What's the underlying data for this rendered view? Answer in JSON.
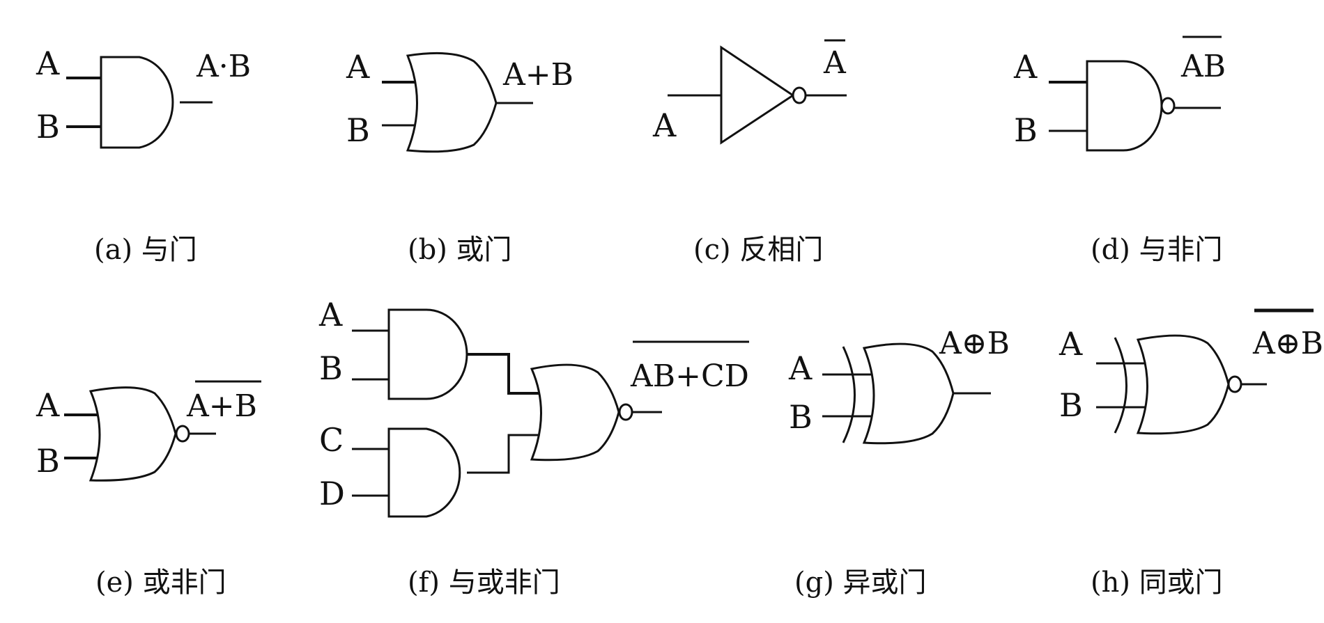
{
  "gates": [
    {
      "id": "a",
      "caption": "(a) 与门",
      "inputs": [
        "A",
        "B"
      ],
      "output": "A·B"
    },
    {
      "id": "b",
      "caption": "(b) 或门",
      "inputs": [
        "A",
        "B"
      ],
      "output": "A+B"
    },
    {
      "id": "c",
      "caption": "(c) 反相门",
      "inputs": [
        "A"
      ],
      "output": "A"
    },
    {
      "id": "d",
      "caption": "(d) 与非门",
      "inputs": [
        "A",
        "B"
      ],
      "output": "AB"
    },
    {
      "id": "e",
      "caption": "(e) 或非门",
      "inputs": [
        "A",
        "B"
      ],
      "output": "A+B"
    },
    {
      "id": "f",
      "caption": "(f) 与或非门",
      "inputs": [
        "A",
        "B",
        "C",
        "D"
      ],
      "output": "AB+CD"
    },
    {
      "id": "g",
      "caption": "(g) 异或门",
      "inputs": [
        "A",
        "B"
      ],
      "output": "A⊕B"
    },
    {
      "id": "h",
      "caption": "(h) 同或门",
      "inputs": [
        "A",
        "B"
      ],
      "output": "A⊕B"
    }
  ]
}
